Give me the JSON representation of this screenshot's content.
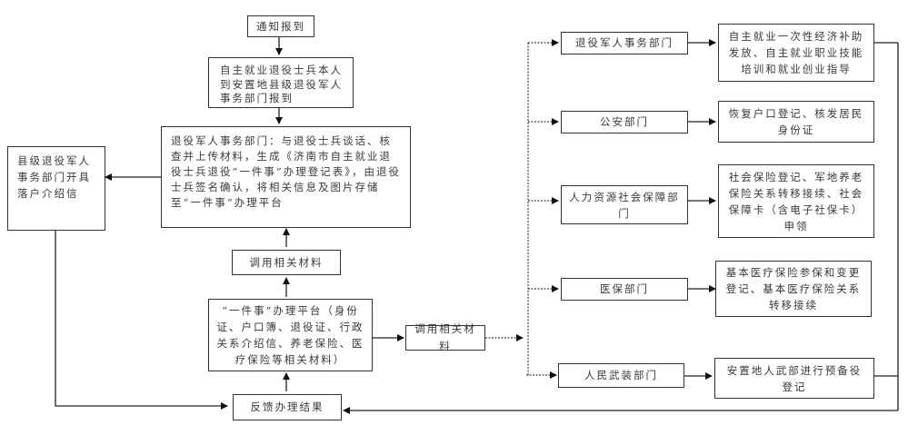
{
  "diagram": {
    "left": {
      "notify": "通知报到",
      "self_report": "自主就业退役士兵本人到安置地县级退役军人事务部门报到",
      "register": "退役军人事务部门：与退役士兵谈话、核查并上传材料，生成《济南市自主就业退役士兵退役“一件事”办理登记表》，由退役士兵签名确认，将相关信息及图片存储至“一件事”办理平台",
      "county_letter": "县级退役军人事务部门开具落户介绍信",
      "call_materials_top": "调用相关材料",
      "platform": "“一件事”办理平台（身份证、户口簿、退役证、行政关系介绍信、养老保险、医疗保险等相关材料）",
      "feedback": "反馈办理结果",
      "call_materials_mid": "调用相关材料"
    },
    "departments": [
      {
        "name": "退役军人事务部门",
        "task": "自主就业一次性经济补助发放、自主就业职业技能培训和就业创业指导"
      },
      {
        "name": "公安部门",
        "task": "恢复户口登记、核发居民身份证"
      },
      {
        "name": "人力资源社会保障部门",
        "task": "社会保险登记、军地养老保险关系转移接续、社会保障卡（含电子社保卡）申领"
      },
      {
        "name": "医保部门",
        "task": "基本医疗保险参保和变更登记、基本医疗保险关系转移接续"
      },
      {
        "name": "人民武装部门",
        "task": "安置地人武部进行预备役登记"
      }
    ]
  }
}
